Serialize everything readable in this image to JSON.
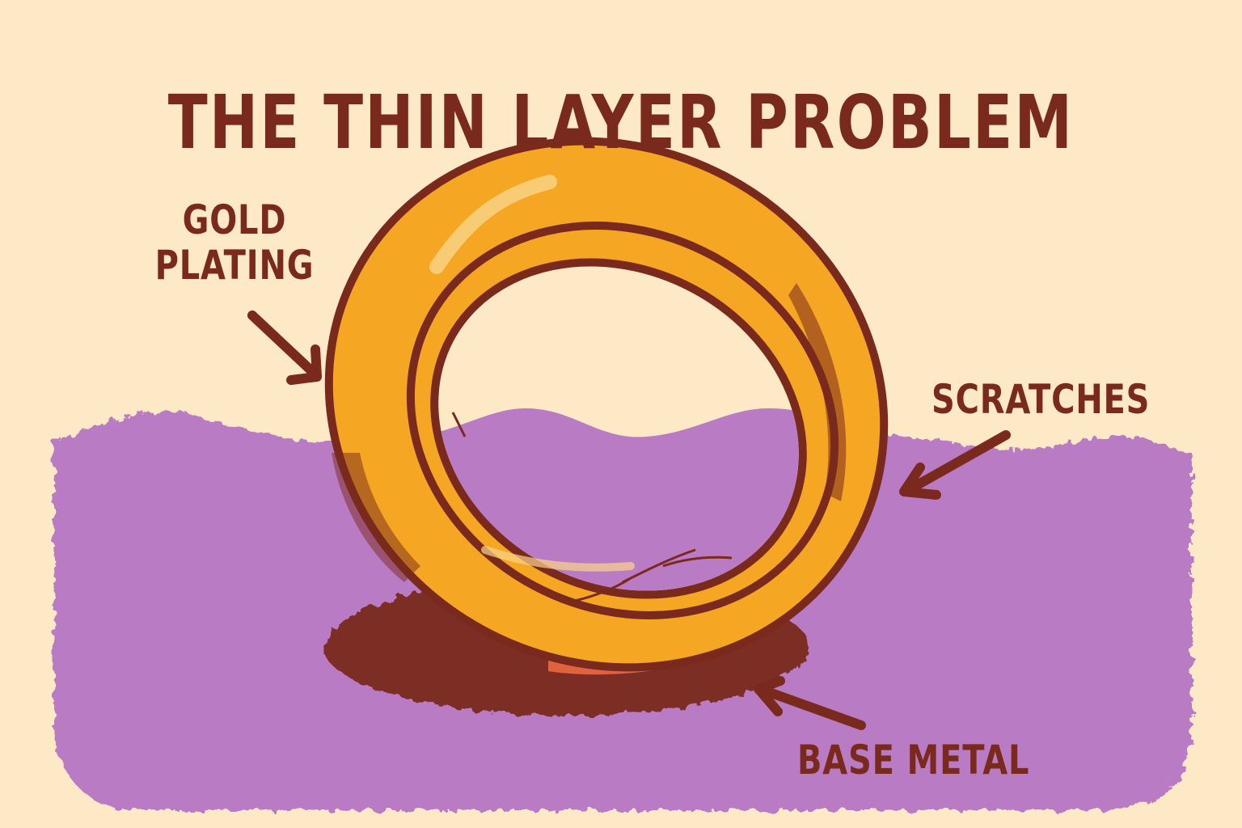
{
  "title": "THE THIN LAYER PROBLEM",
  "labels": {
    "gold_plating": {
      "line1": "GOLD",
      "line2": "PLATING"
    },
    "scratches": "SCRATCHES",
    "base_metal": "BASE METAL"
  },
  "illustration": {
    "subject": "gold-plated-ring",
    "ground": "purple-surface",
    "exposed_area": "base-metal-showing-through"
  },
  "colors": {
    "background": "#fde9c6",
    "ink": "#7a2a1c",
    "gold": "#f5a623",
    "gold_highlight": "#f9d48a",
    "purple": "#b97cc4",
    "base_metal": "#e0623f",
    "shadow": "#7a2a1c"
  }
}
